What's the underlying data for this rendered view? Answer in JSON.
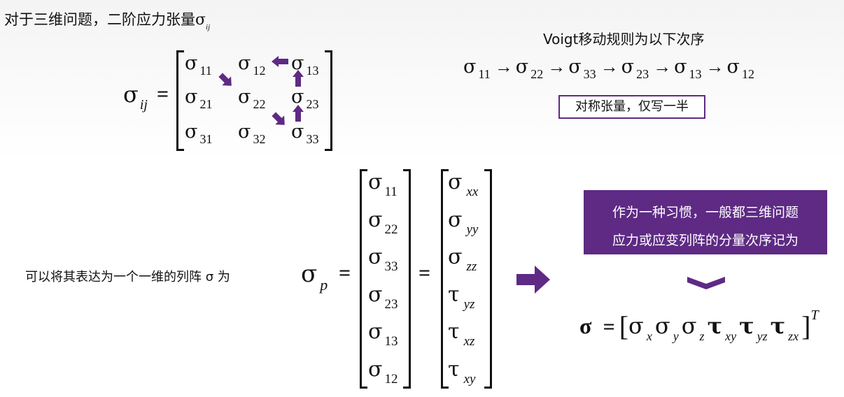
{
  "top_left": {
    "title": "对于三维问题，二阶应力张量",
    "sigma": "σ",
    "title_sub": "ij",
    "lhs_sigma": "σ",
    "lhs_sub": "ij",
    "equals": "=",
    "matrix": [
      [
        {
          "s": "σ",
          "sub": "11"
        },
        {
          "s": "σ",
          "sub": "12"
        },
        {
          "s": "σ",
          "sub": "13"
        }
      ],
      [
        {
          "s": "σ",
          "sub": "21"
        },
        {
          "s": "σ",
          "sub": "22"
        },
        {
          "s": "σ",
          "sub": "23"
        }
      ],
      [
        {
          "s": "σ",
          "sub": "31"
        },
        {
          "s": "σ",
          "sub": "32"
        },
        {
          "s": "σ",
          "sub": "33"
        }
      ]
    ]
  },
  "top_right": {
    "title": "Voigt移动规则为以下次序",
    "sequence": [
      {
        "s": "σ",
        "sub": "11"
      },
      {
        "s": "σ",
        "sub": "22"
      },
      {
        "s": "σ",
        "sub": "33"
      },
      {
        "s": "σ",
        "sub": "23"
      },
      {
        "s": "σ",
        "sub": "13"
      },
      {
        "s": "σ",
        "sub": "12"
      }
    ],
    "arrow": "→",
    "note": "对称张量，仅写一半"
  },
  "bottom_left": {
    "text": "可以将其表达为一个一维的列阵 σ 为",
    "lhs_sigma": "σ",
    "lhs_sub": "p",
    "equals1": "=",
    "equals2": "=",
    "col1": [
      {
        "s": "σ",
        "sub": "11"
      },
      {
        "s": "σ",
        "sub": "22"
      },
      {
        "s": "σ",
        "sub": "33"
      },
      {
        "s": "σ",
        "sub": "23"
      },
      {
        "s": "σ",
        "sub": "13"
      },
      {
        "s": "σ",
        "sub": "12"
      }
    ],
    "col2": [
      {
        "s": "σ",
        "sub": "xx"
      },
      {
        "s": "σ",
        "sub": "yy"
      },
      {
        "s": "σ",
        "sub": "zz"
      },
      {
        "s": "τ",
        "sub": "yz"
      },
      {
        "s": "τ",
        "sub": "xz"
      },
      {
        "s": "τ",
        "sub": "xy"
      }
    ]
  },
  "bottom_right": {
    "box_line1": "作为一种习惯，一般都三维问题",
    "box_line2": "应力或应变列阵的分量次序记为",
    "box_color": "#5e2a84",
    "result_lhs": "σ",
    "result_eq": "=",
    "result_open": "[",
    "result_close": "]",
    "result_sup": "T",
    "result_terms": [
      {
        "s": "σ",
        "sub": "x"
      },
      {
        "s": "σ",
        "sub": "y"
      },
      {
        "s": "σ",
        "sub": "z"
      },
      {
        "s": "τ",
        "sub": "xy"
      },
      {
        "s": "τ",
        "sub": "yz"
      },
      {
        "s": "τ",
        "sub": "zx"
      }
    ]
  },
  "colors": {
    "accent": "#5e2a84",
    "text": "#111111"
  }
}
